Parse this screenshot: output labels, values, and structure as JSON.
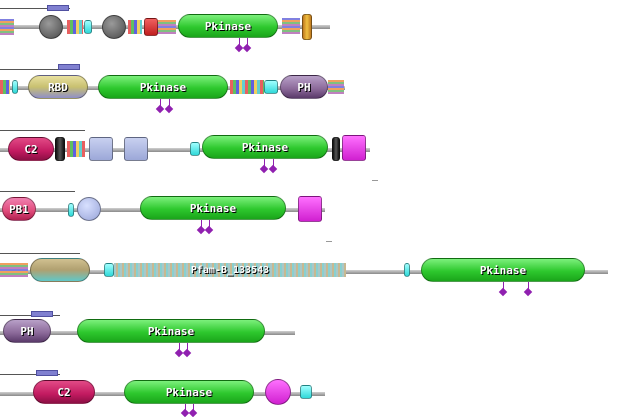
{
  "rows": [
    {
      "labels": {
        "pkinase": "Pkinase"
      }
    },
    {
      "labels": {
        "rbd": "RBD",
        "pkinase": "Pkinase",
        "ph": "PH"
      }
    },
    {
      "labels": {
        "c2": "C2",
        "pkinase": "Pkinase"
      }
    },
    {
      "labels": {
        "pb1": "PB1",
        "pkinase": "Pkinase"
      }
    },
    {
      "labels": {
        "pfamb": "Pfam-B_133543",
        "pkinase": "Pkinase"
      }
    },
    {
      "labels": {
        "ph": "PH",
        "pkinase": "Pkinase"
      }
    },
    {
      "labels": {
        "c2": "C2",
        "pkinase": "Pkinase"
      }
    }
  ],
  "colors": {
    "pkinase": "#2ec82e",
    "c2": "#c21a60",
    "ph": "#8a6898",
    "pb1": "#e04a7a",
    "site": "#9020b0",
    "cyan": "#30d8d8",
    "magenta": "#d020d0"
  },
  "icons": [
    "phosphosite-diamond-icon"
  ]
}
